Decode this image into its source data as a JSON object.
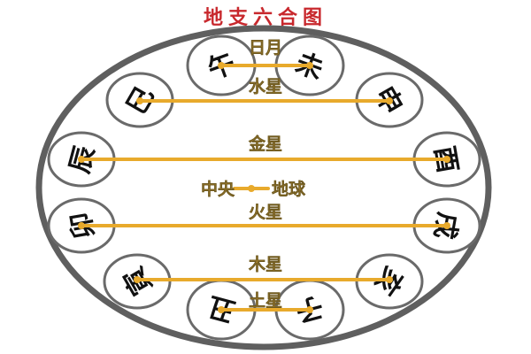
{
  "title": "地支六合图",
  "colors": {
    "title": "#c8282d",
    "outer_ring": "#5f5f5f",
    "branch_circle": "#6a6a6a",
    "connector": "#e8aa2c",
    "planet_label": "#b48a2c",
    "branch_text": "#111111"
  },
  "branches": {
    "wu": "午",
    "wei": "未",
    "si": "巳",
    "shen": "申",
    "chen": "辰",
    "you": "酉",
    "mao": "卯",
    "xu": "戌",
    "yin": "寅",
    "hai": "亥",
    "chou": "丑",
    "zi": "子"
  },
  "pairs": [
    {
      "left": "午",
      "right": "未",
      "label": "日月"
    },
    {
      "left": "巳",
      "right": "申",
      "label": "水星"
    },
    {
      "left": "辰",
      "right": "酉",
      "label": "金星"
    },
    {
      "left": "卯",
      "right": "戌",
      "label": "火星"
    },
    {
      "left": "寅",
      "right": "亥",
      "label": "木星"
    },
    {
      "left": "丑",
      "right": "子",
      "label": "土星"
    }
  ],
  "labels": {
    "sun_moon": "日月",
    "mercury": "水星",
    "venus": "金星",
    "center_left": "中央",
    "center_right": "地球",
    "mars": "火星",
    "jupiter": "木星",
    "saturn": "土星"
  }
}
